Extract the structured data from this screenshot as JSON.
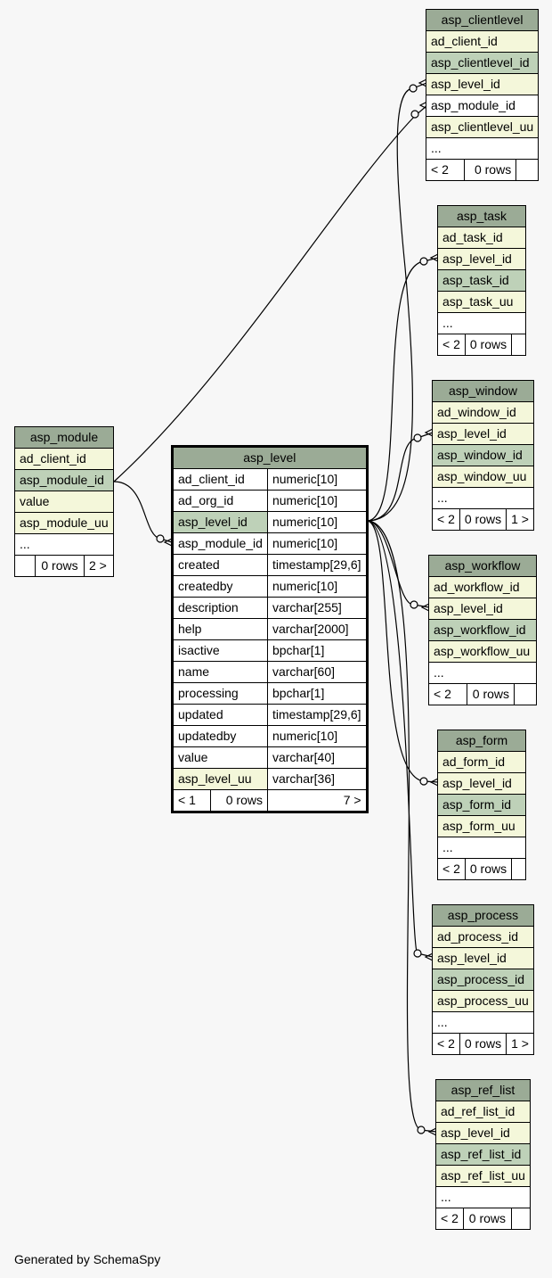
{
  "footer": "Generated by SchemaSpy",
  "tables": {
    "asp_clientlevel": {
      "name": "asp_clientlevel",
      "columns": [
        "ad_client_id",
        "asp_clientlevel_id",
        "asp_level_id",
        "asp_module_id",
        "asp_clientlevel_uu",
        "..."
      ],
      "footer": [
        "< 2",
        "0 rows",
        ""
      ]
    },
    "asp_task": {
      "name": "asp_task",
      "columns": [
        "ad_task_id",
        "asp_level_id",
        "asp_task_id",
        "asp_task_uu",
        "..."
      ],
      "footer": [
        "< 2",
        "0 rows",
        ""
      ]
    },
    "asp_window": {
      "name": "asp_window",
      "columns": [
        "ad_window_id",
        "asp_level_id",
        "asp_window_id",
        "asp_window_uu",
        "..."
      ],
      "footer": [
        "< 2",
        "0 rows",
        "1 >"
      ]
    },
    "asp_module": {
      "name": "asp_module",
      "columns": [
        "ad_client_id",
        "asp_module_id",
        "value",
        "asp_module_uu",
        "..."
      ],
      "footer": [
        "",
        "0 rows",
        "2 >"
      ]
    },
    "asp_level": {
      "name": "asp_level",
      "columns": [
        {
          "name": "ad_client_id",
          "type": "numeric[10]"
        },
        {
          "name": "ad_org_id",
          "type": "numeric[10]"
        },
        {
          "name": "asp_level_id",
          "type": "numeric[10]"
        },
        {
          "name": "asp_module_id",
          "type": "numeric[10]"
        },
        {
          "name": "created",
          "type": "timestamp[29,6]"
        },
        {
          "name": "createdby",
          "type": "numeric[10]"
        },
        {
          "name": "description",
          "type": "varchar[255]"
        },
        {
          "name": "help",
          "type": "varchar[2000]"
        },
        {
          "name": "isactive",
          "type": "bpchar[1]"
        },
        {
          "name": "name",
          "type": "varchar[60]"
        },
        {
          "name": "processing",
          "type": "bpchar[1]"
        },
        {
          "name": "updated",
          "type": "timestamp[29,6]"
        },
        {
          "name": "updatedby",
          "type": "numeric[10]"
        },
        {
          "name": "value",
          "type": "varchar[40]"
        },
        {
          "name": "asp_level_uu",
          "type": "varchar[36]"
        }
      ],
      "footer": [
        "< 1",
        "0 rows",
        "7 >"
      ]
    },
    "asp_workflow": {
      "name": "asp_workflow",
      "columns": [
        "ad_workflow_id",
        "asp_level_id",
        "asp_workflow_id",
        "asp_workflow_uu",
        "..."
      ],
      "footer": [
        "< 2",
        "0 rows",
        ""
      ]
    },
    "asp_form": {
      "name": "asp_form",
      "columns": [
        "ad_form_id",
        "asp_level_id",
        "asp_form_id",
        "asp_form_uu",
        "..."
      ],
      "footer": [
        "< 2",
        "0 rows",
        ""
      ]
    },
    "asp_process": {
      "name": "asp_process",
      "columns": [
        "ad_process_id",
        "asp_level_id",
        "asp_process_id",
        "asp_process_uu",
        "..."
      ],
      "footer": [
        "< 2",
        "0 rows",
        "1 >"
      ]
    },
    "asp_ref_list": {
      "name": "asp_ref_list",
      "columns": [
        "ad_ref_list_id",
        "asp_level_id",
        "asp_ref_list_id",
        "asp_ref_list_uu",
        "..."
      ],
      "footer": [
        "< 2",
        "0 rows",
        ""
      ]
    }
  },
  "colors": {
    "header": "#9bab96",
    "key": "#f4f7da",
    "primary_key": "#bed1b8",
    "background": "#f7f7f7"
  }
}
